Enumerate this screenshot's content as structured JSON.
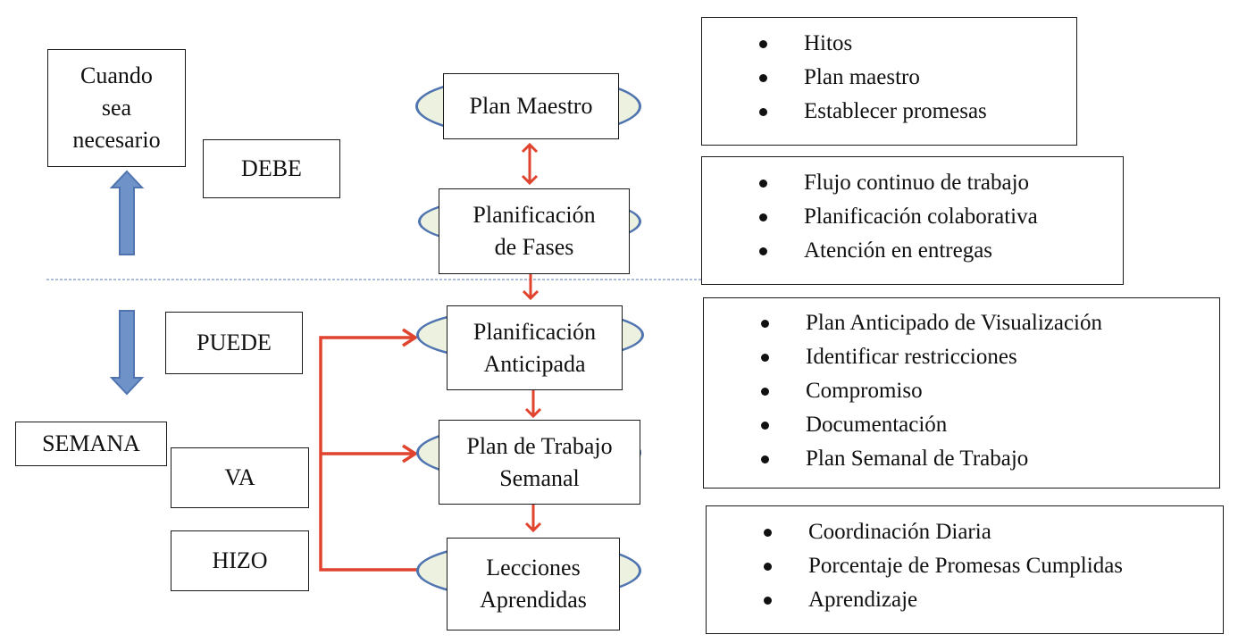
{
  "left": {
    "cuando": [
      "Cuando",
      "sea",
      "necesario"
    ],
    "debe": "DEBE",
    "puede": "PUEDE",
    "semana": "SEMANA",
    "va": "VA",
    "hizo": "HIZO"
  },
  "center": {
    "plan_maestro": "Plan Maestro",
    "planificacion_fases": [
      "Planificación",
      "de Fases"
    ],
    "planificacion_anticipada": [
      "Planificación",
      "Anticipada"
    ],
    "plan_trabajo_semanal": [
      "Plan de Trabajo",
      "Semanal"
    ],
    "lecciones_aprendidas": [
      "Lecciones",
      "Aprendidas"
    ]
  },
  "right": {
    "list1": [
      "Hitos",
      "Plan maestro",
      "Establecer promesas"
    ],
    "list2": [
      "Flujo continuo de trabajo",
      "Planificación colaborativa",
      "Atención en entregas"
    ],
    "list3": [
      "Plan Anticipado de Visualización",
      "Identificar restricciones",
      "Compromiso",
      "Documentación",
      "Plan Semanal de Trabajo"
    ],
    "list4": [
      "Coordinación Diaria",
      "Porcentaje de Promesas Cumplidas",
      "Aprendizaje"
    ]
  },
  "colors": {
    "arrow_red": "#e0442e",
    "arrow_blue": "#6f93c9",
    "ellipse_stroke": "#4f74b0",
    "ellipse_fill": "#edf1df",
    "divider": "#8fa6c6"
  }
}
